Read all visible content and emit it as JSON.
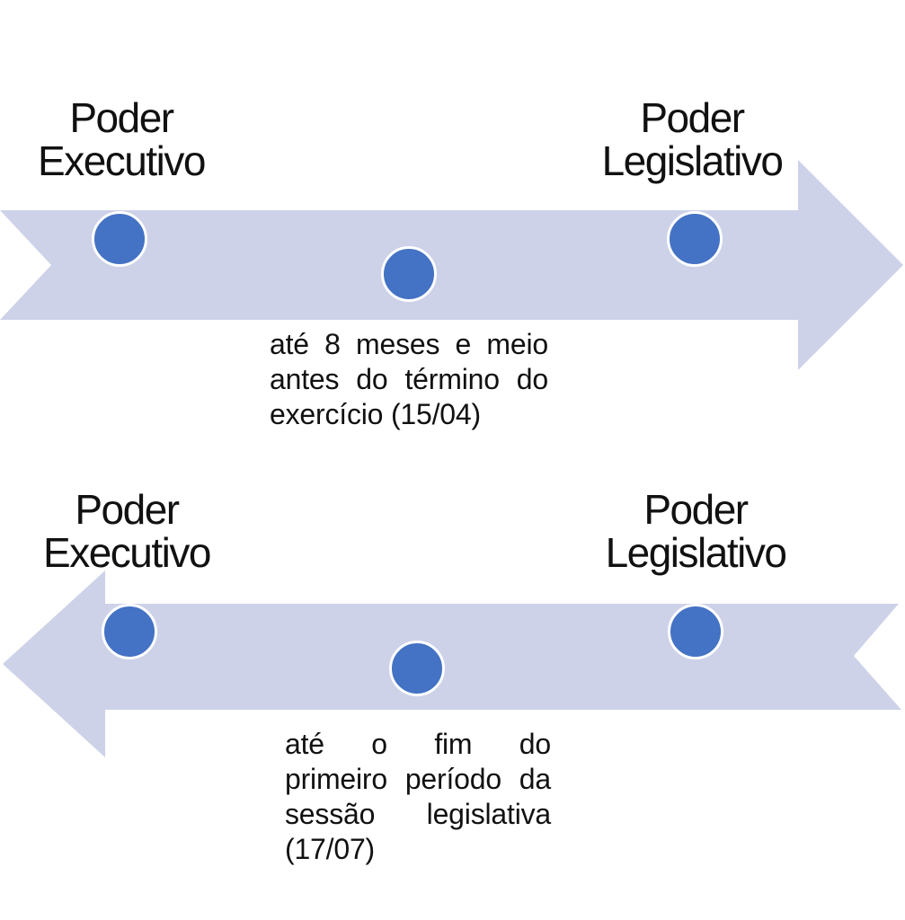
{
  "colors": {
    "background": "#ffffff",
    "arrow_fill": "#cdd2e8",
    "dot_fill": "#4472c4",
    "dot_ring": "#ffffff",
    "text_color": "#111111"
  },
  "top_flow": {
    "direction": "right",
    "left_label": "Poder Executivo",
    "right_label": "Poder Legislativo",
    "caption_lines": [
      "até 8 meses e meio",
      "antes do término do",
      "exercício (15/04)"
    ]
  },
  "bottom_flow": {
    "direction": "left",
    "left_label": "Poder Executivo",
    "right_label": "Poder Legislativo",
    "caption_lines": [
      "até o fim do",
      "primeiro período da",
      "sessão legislativa",
      "(17/07)"
    ]
  }
}
